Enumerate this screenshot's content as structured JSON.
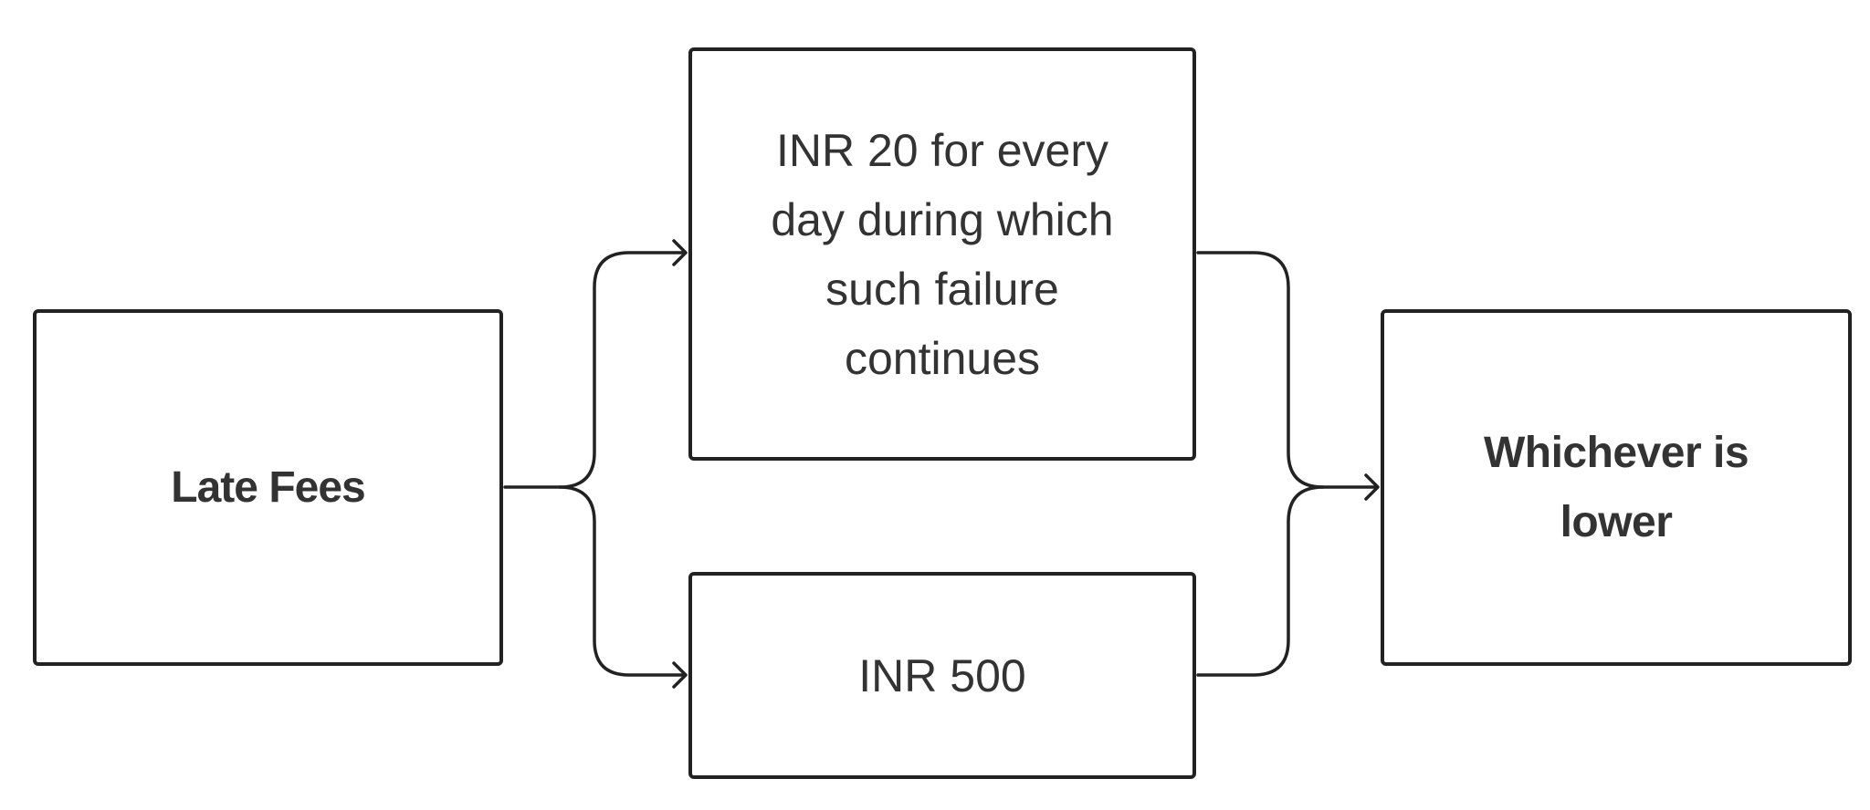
{
  "diagram": {
    "nodes": {
      "late_fees": {
        "label": "Late Fees"
      },
      "per_day": {
        "label": "INR 20 for every day during which such failure continues"
      },
      "flat": {
        "label": "INR 500"
      },
      "result": {
        "label": "Whichever  is lower"
      }
    },
    "edges": [
      {
        "from": "late_fees",
        "to": "per_day"
      },
      {
        "from": "late_fees",
        "to": "flat"
      },
      {
        "from": "per_day",
        "to": "result"
      },
      {
        "from": "flat",
        "to": "result"
      }
    ],
    "colors": {
      "stroke": "#222222",
      "text": "#333333",
      "background": "#ffffff"
    }
  }
}
